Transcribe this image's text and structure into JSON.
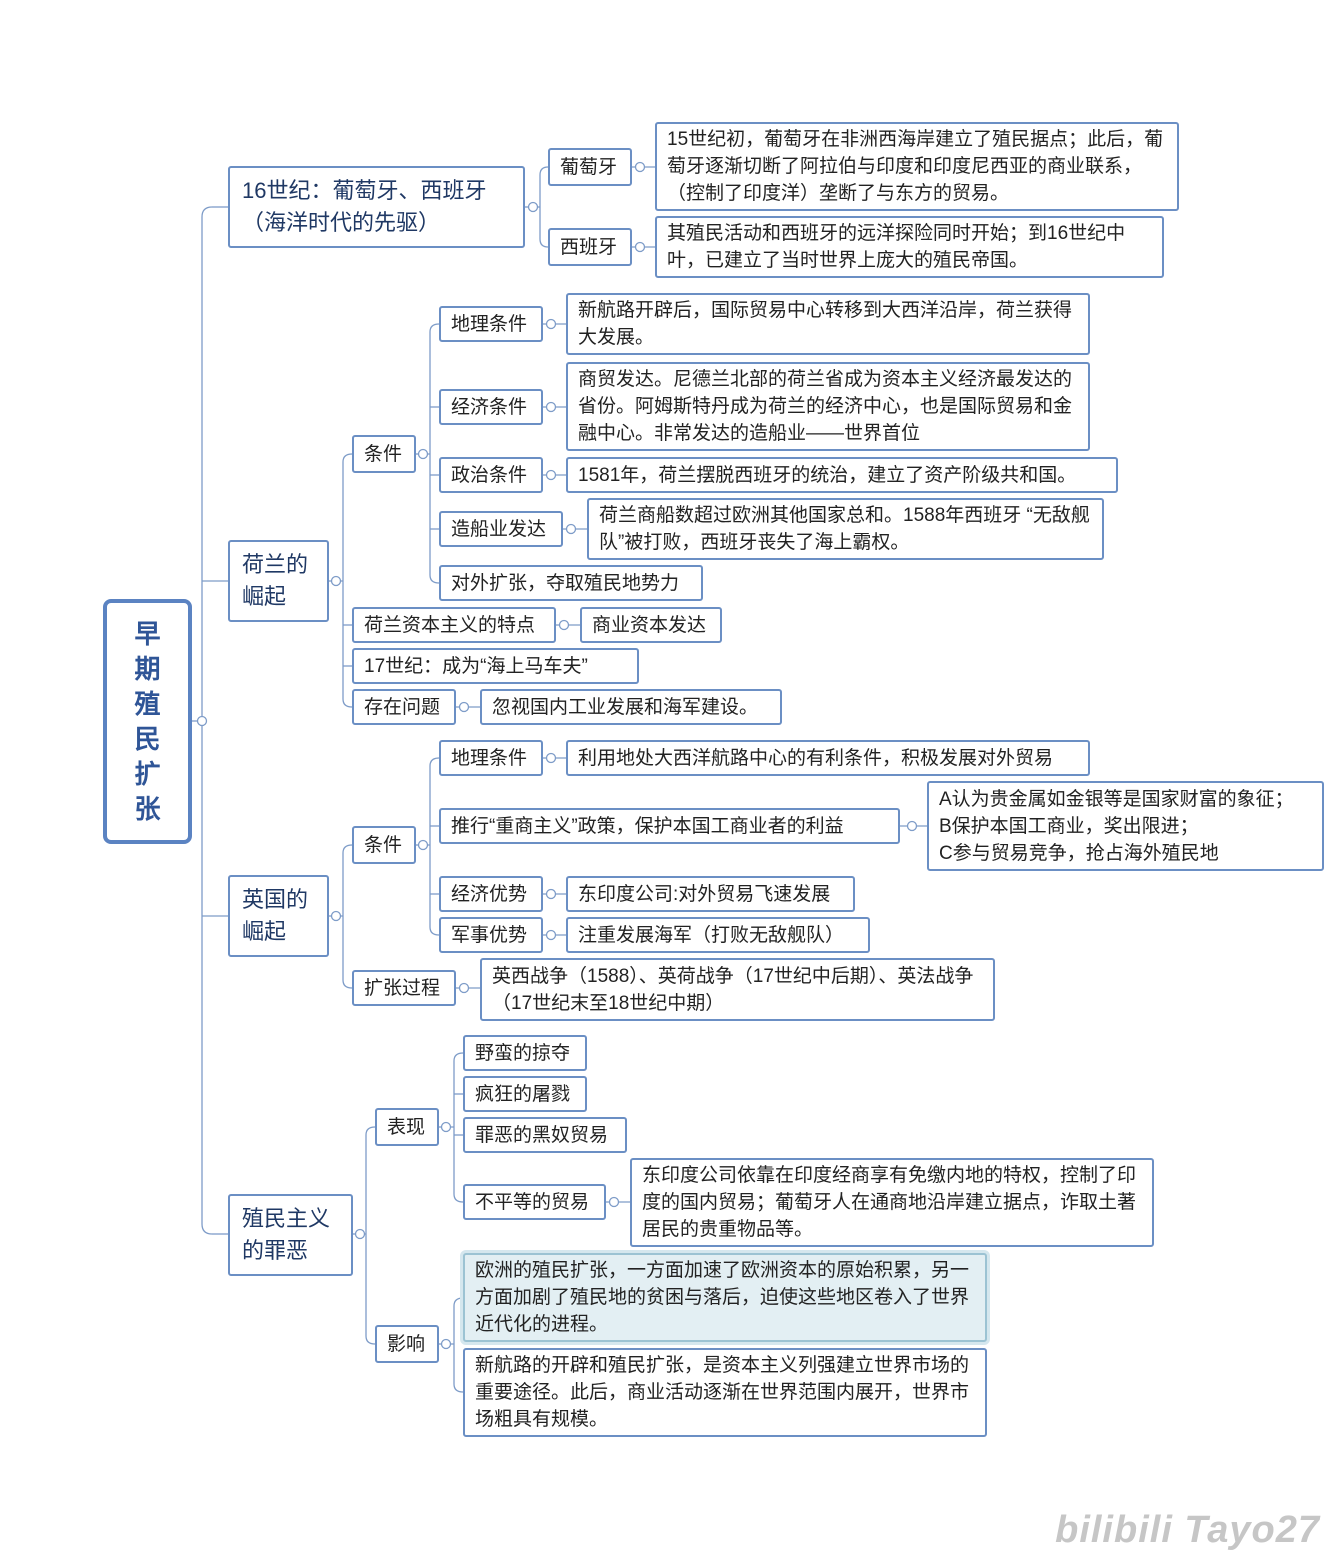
{
  "root": {
    "title": "早期殖民扩张"
  },
  "sections": {
    "s1": {
      "title": "16世纪：葡萄牙、西班牙（海洋时代的先驱）",
      "portugal": "葡萄牙",
      "portugal_detail": "15世纪初，葡萄牙在非洲西海岸建立了殖民据点；此后，葡萄牙逐渐切断了阿拉伯与印度和印度尼西亚的商业联系，（控制了印度洋）垄断了与东方的贸易。",
      "spain": "西班牙",
      "spain_detail": "其殖民活动和西班牙的远洋探险同时开始；到16世纪中叶，已建立了当时世界上庞大的殖民帝国。"
    },
    "s2": {
      "title": "荷兰的崛起",
      "conditions": "条件",
      "geo": "地理条件",
      "geo_detail": "新航路开辟后，国际贸易中心转移到大西洋沿岸，荷兰获得大发展。",
      "econ": "经济条件",
      "econ_detail": "商贸发达。尼德兰北部的荷兰省成为资本主义经济最发达的省份。阿姆斯特丹成为荷兰的经济中心，也是国际贸易和金融中心。非常发达的造船业——世界首位",
      "pol": "政治条件",
      "pol_detail": "1581年，荷兰摆脱西班牙的统治，建立了资产阶级共和国。",
      "ship": "造船业发达",
      "ship_detail": "荷兰商船数超过欧洲其他国家总和。1588年西班牙 “无敌舰队”被打败，西班牙丧失了海上霸权。",
      "expand": "对外扩张，夺取殖民地势力",
      "feature": "荷兰资本主义的特点",
      "feature_detail": "商业资本发达",
      "c17": "17世纪：成为“海上马车夫”",
      "problem": "存在问题",
      "problem_detail": "忽视国内工业发展和海军建设。"
    },
    "s3": {
      "title": "英国的崛起",
      "conditions": "条件",
      "geo": "地理条件",
      "geo_detail": "利用地处大西洋航路中心的有利条件，积极发展对外贸易",
      "mercantile": "推行“重商主义”政策，保护本国工商业者的利益",
      "mercantile_detail": [
        "A认为贵金属如金银等是国家财富的象征；",
        "B保护本国工商业，奖出限进；",
        "C参与贸易竞争，抢占海外殖民地"
      ],
      "econ": "经济优势",
      "econ_detail": "东印度公司:对外贸易飞速发展",
      "mil": "军事优势",
      "mil_detail": "注重发展海军（打败无敌舰队）",
      "process": "扩张过程",
      "process_detail": "英西战争（1588）、英荷战争（17世纪中后期）、英法战争（17世纪末至18世纪中期）"
    },
    "s4": {
      "title": "殖民主义的罪恶",
      "manifest": "表现",
      "plunder": "野蛮的掠夺",
      "massacre": "疯狂的屠戮",
      "slave": "罪恶的黑奴贸易",
      "unequal": "不平等的贸易",
      "unequal_detail": "东印度公司依靠在印度经商享有免缴内地的特权，控制了印度的国内贸易；葡萄牙人在通商地沿岸建立据点，诈取土著居民的贵重物品等。",
      "impact": "影响",
      "impact1": "欧洲的殖民扩张，一方面加速了欧洲资本的原始积累，另一方面加剧了殖民地的贫困与落后，迫使这些地区卷入了世界近代化的进程。",
      "impact2": "新航路的开辟和殖民扩张，是资本主义列强建立世界市场的重要途径。此后，商业活动逐渐在世界范围内展开，世界市场粗具有规模。"
    }
  },
  "watermark": "bilibili Tayo27",
  "colors": {
    "line": "#7e9cc8",
    "border": "#6b8fc4",
    "root_border": "#5b83c2",
    "root_text": "#2f5597",
    "highlight_fill": "#e3eff3"
  }
}
